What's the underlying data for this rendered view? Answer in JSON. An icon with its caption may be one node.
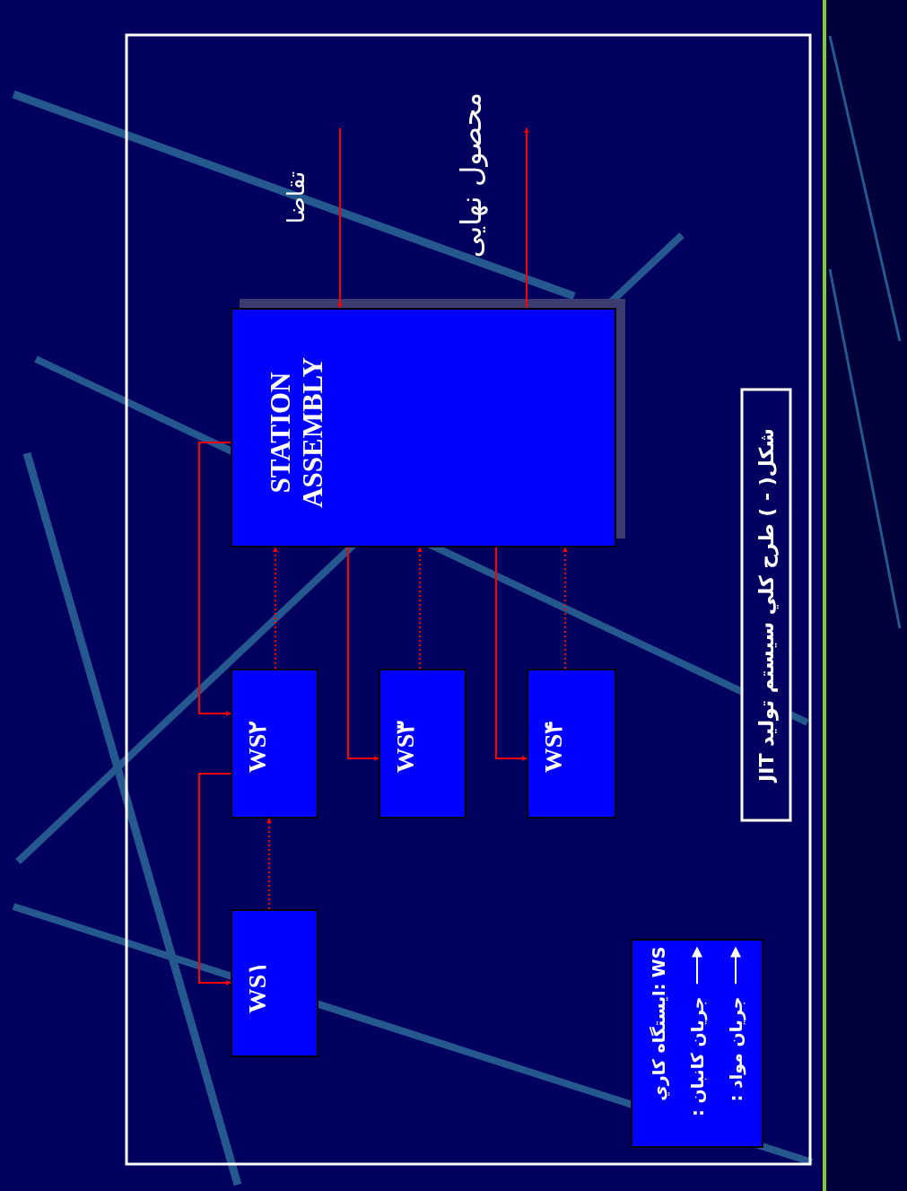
{
  "diagram": {
    "caption": "شکل( - ) طرح کلي سيستم توليد JIT",
    "nodes": [
      {
        "text": [
          "STATION ASSEMBLY"
        ]
      },
      {
        "text": [
          "WS۱"
        ]
      },
      {
        "text": [
          "WS۲"
        ]
      },
      {
        "text": [
          "WS۳"
        ]
      },
      {
        "text": [
          "WS۴"
        ]
      }
    ],
    "edges": [
      {
        "from": null,
        "to": 0,
        "arrow": "to",
        "label": "تقاضا"
      },
      {
        "from": 0,
        "to": null,
        "arrow": "to",
        "label": "محصول نهایی"
      },
      {
        "from": 0,
        "to": 2,
        "arrow": "to"
      },
      {
        "from": 2,
        "to": 1,
        "arrow": "to"
      },
      {
        "from": 0,
        "to": 3,
        "arrow": "to"
      },
      {
        "from": 0,
        "to": 4,
        "arrow": "to"
      },
      {
        "from": 1,
        "to": 2,
        "arrow": "to",
        "style": "dashed"
      },
      {
        "from": 2,
        "to": 0,
        "arrow": "to",
        "style": "dashed"
      },
      {
        "from": 3,
        "to": 0,
        "arrow": "to",
        "style": "dashed"
      },
      {
        "from": 4,
        "to": 0,
        "arrow": "to",
        "style": "dashed"
      }
    ],
    "legend": [
      {
        "text": "WS :ایستگاه کاري"
      },
      {
        "text": "جریان کانبان :"
      },
      {
        "text": "جریان مواد :"
      }
    ]
  }
}
